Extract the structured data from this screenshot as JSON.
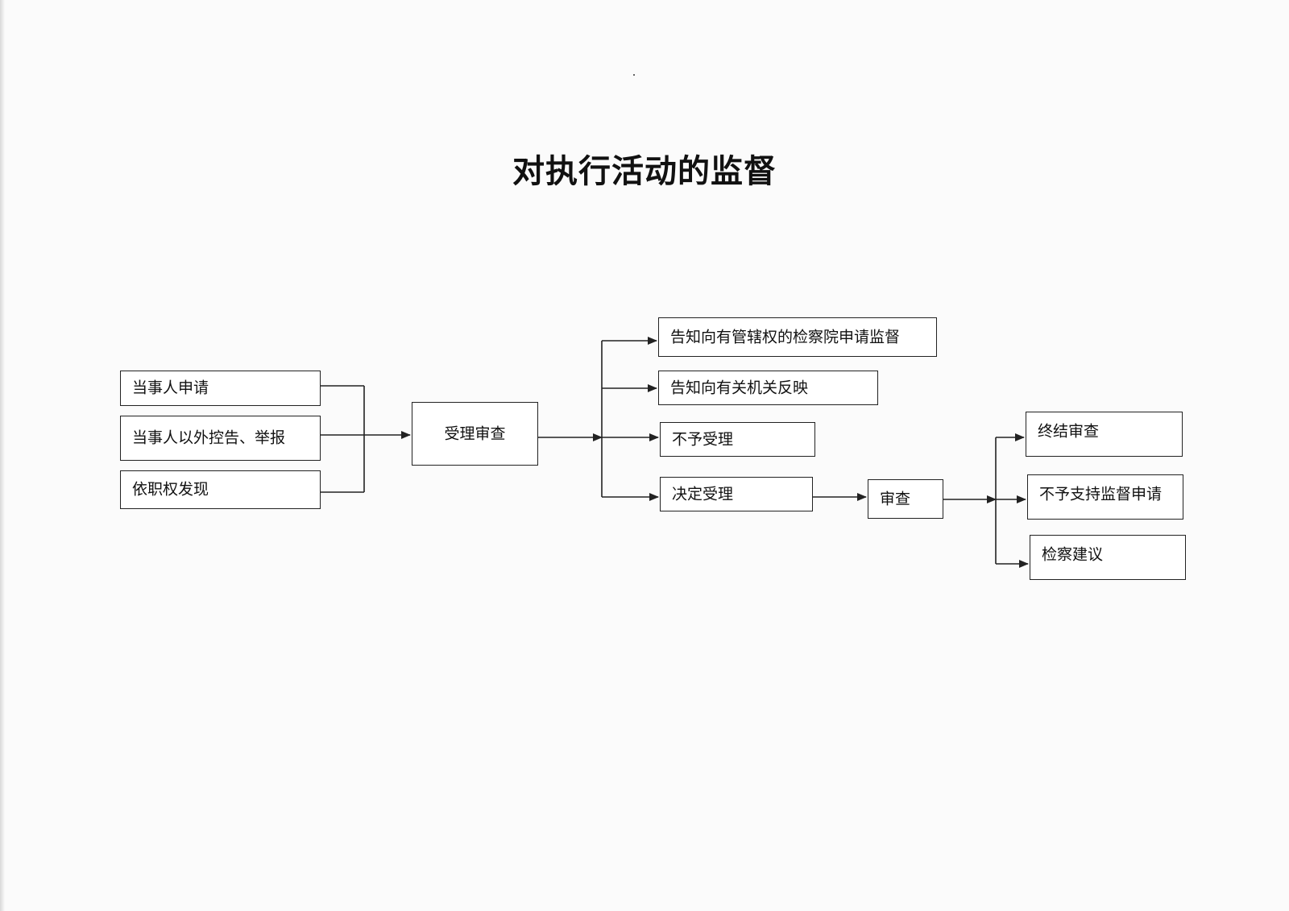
{
  "title": "对执行活动的监督",
  "sources": [
    "当事人申请",
    "当事人以外控告、举报",
    "依职权发现"
  ],
  "review": "受理审查",
  "outcomes": [
    "告知向有管辖权的检察院申请监督",
    "告知向有关机关反映",
    "不予受理",
    "决定受理"
  ],
  "examination": "审查",
  "results": [
    "终结审查",
    "不予支持监督申请",
    "检察建议"
  ]
}
